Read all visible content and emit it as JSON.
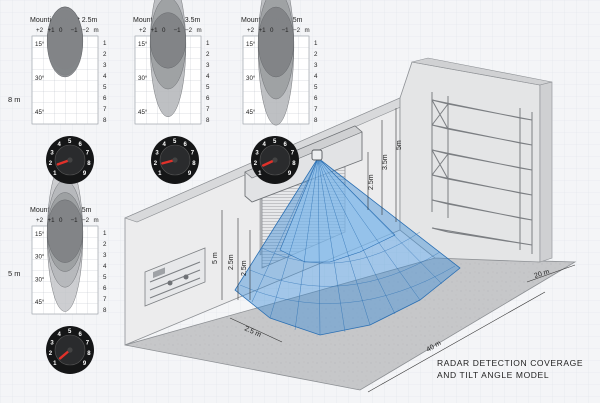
{
  "panels": [
    {
      "title": "Mounting height 2.5m",
      "axis": [
        "+2",
        "+1",
        "0",
        "−1",
        "−2",
        "m"
      ],
      "rows": [
        "1",
        "2",
        "3",
        "4",
        "5",
        "6",
        "7",
        "8"
      ],
      "angles": [
        "15°",
        "30°",
        "45°"
      ]
    },
    {
      "title": "Mounting height 3.5m",
      "axis": [
        "+2",
        "+1",
        "0",
        "−1",
        "−2",
        "m"
      ],
      "rows": [
        "1",
        "2",
        "3",
        "4",
        "5",
        "6",
        "7",
        "8"
      ],
      "angles": [
        "15°",
        "30°",
        "45°"
      ]
    },
    {
      "title": "Mounting height 5m",
      "axis": [
        "+2",
        "+1",
        "0",
        "−1",
        "−2",
        "m"
      ],
      "rows": [
        "1",
        "2",
        "3",
        "4",
        "5",
        "6",
        "7",
        "8"
      ],
      "angles": [
        "15°",
        "30°",
        "45°"
      ]
    },
    {
      "title": "Mounting height 5m",
      "axis": [
        "+2",
        "+1",
        "0",
        "−1",
        "−2",
        "m"
      ],
      "rows": [
        "1",
        "2",
        "3",
        "4",
        "5",
        "6",
        "7",
        "8"
      ],
      "angles": [
        "15°",
        "30°",
        "30°",
        "45°"
      ]
    }
  ],
  "side_labels": {
    "top": "8 m",
    "bottom": "5 m"
  },
  "dial_digits": [
    "1",
    "2",
    "3",
    "4",
    "5",
    "6",
    "7",
    "8",
    "9"
  ],
  "dimensions": {
    "h_2_5": "2.5m",
    "h_3_5": "3.5m",
    "h_5": "5m",
    "wall_5": "5 m",
    "wall_2_5a": "2.5m",
    "wall_2_5b": "2.5m",
    "floor_2_5": "2.5 m",
    "floor_40": "40 m",
    "floor_20": "20 m"
  },
  "caption": {
    "line1": "RADAR DETECTION COVERAGE",
    "line2": "AND TILT ANGLE MODEL"
  },
  "colors": {
    "beam": "#3d8fd8",
    "beam_light": "#8ec3f0",
    "floor": "#c9cacc",
    "wall": "#e9e9ea",
    "grid": "#cfd6de",
    "dial_needle": "#e0312a"
  }
}
